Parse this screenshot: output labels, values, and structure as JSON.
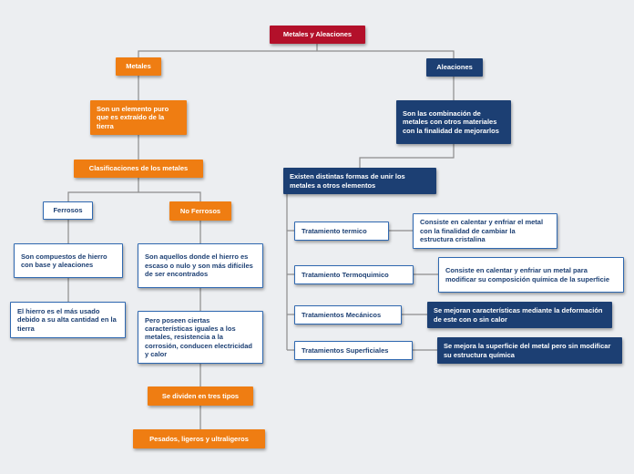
{
  "root": "Metales y Aleaciones",
  "metales": {
    "title": "Metales",
    "definition": "Son un elemento puro que es extraído de la tierra",
    "classification": "Clasificaciones de los metales",
    "ferrosos": {
      "title": "Ferrosos",
      "desc": "Son compuestos de hierro con base y aleaciones",
      "example": "El hierro es el más usado debido a su alta cantidad en la tierra"
    },
    "no_ferrosos": {
      "title": "No Ferrosos",
      "desc": "Son aquellos donde el hierro es escaso o nulo y son más difíciles de ser encontrados",
      "traits": "Pero poseen ciertas características iguales a los metales, resistencia a la corrosión, conducen electricidad y calor",
      "types_heading": "Se dividen en tres tipos",
      "types": "Pesados, ligeros y ultraligeros"
    }
  },
  "aleaciones": {
    "title": "Aleaciones",
    "definition": "Son las combinación de metales con otros materiales con la finalidad de mejorarlos",
    "methods_intro": "Existen distintas formas de unir los metales a otros elementos",
    "methods": [
      {
        "name": "Tratamiento termico",
        "desc": "Consiste en calentar y enfriar el metal con la finalidad de cambiar la estructura cristalina"
      },
      {
        "name": "Tratamiento Termoquimico",
        "desc": "Consiste en calentar y enfriar un metal para modificar su composición química de la superficie"
      },
      {
        "name": "Tratamientos Mecánicos",
        "desc": "Se mejoran características mediante la deformación de este con o sin calor"
      },
      {
        "name": "Tratamientos Superficiales",
        "desc": "Se mejora la superficie del metal pero sin modificar su estructura química"
      }
    ]
  },
  "colors": {
    "root": "#b3102a",
    "metales_branch": "#ef7d12",
    "aleaciones_branch": "#1c3f73",
    "outline": "#2f68b0",
    "connector": "#8c8c8c",
    "background": "#eceef1"
  }
}
